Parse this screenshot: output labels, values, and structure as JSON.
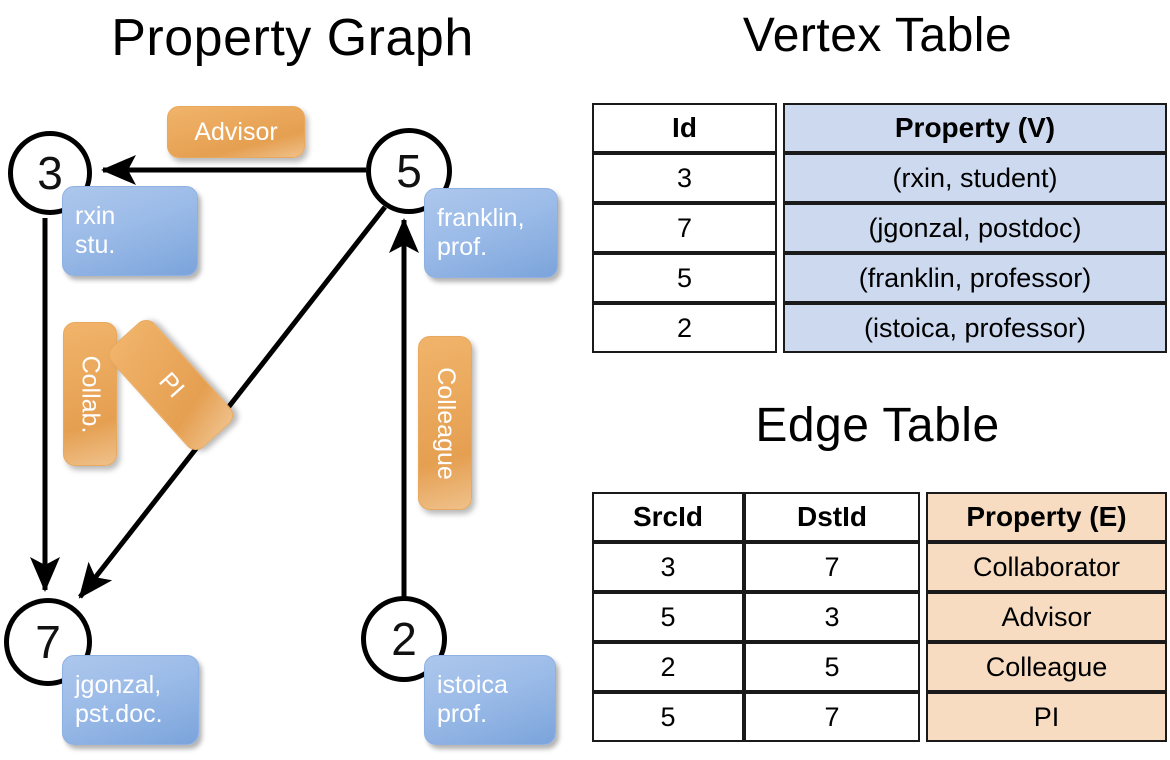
{
  "titles": {
    "property_graph": "Property Graph",
    "vertex_table": "Vertex Table",
    "edge_table": "Edge Table"
  },
  "graph": {
    "nodes": [
      {
        "id": "3",
        "label": "3",
        "props": [
          "rxin",
          "stu."
        ]
      },
      {
        "id": "5",
        "label": "5",
        "props": [
          "franklin,",
          "prof."
        ]
      },
      {
        "id": "7",
        "label": "7",
        "props": [
          "jgonzal,",
          "pst.doc."
        ]
      },
      {
        "id": "2",
        "label": "2",
        "props": [
          "istoica",
          "prof."
        ]
      }
    ],
    "edge_labels": [
      {
        "name": "advisor",
        "text": "Advisor"
      },
      {
        "name": "collab",
        "text": "Collab."
      },
      {
        "name": "pi",
        "text": "PI"
      },
      {
        "name": "colleague",
        "text": "Colleague"
      }
    ],
    "edges": [
      {
        "from": "5",
        "to": "3",
        "label": "Advisor"
      },
      {
        "from": "3",
        "to": "7",
        "label": "Collab."
      },
      {
        "from": "5",
        "to": "7",
        "label": "PI"
      },
      {
        "from": "2",
        "to": "5",
        "label": "Colleague"
      }
    ]
  },
  "vertex_table": {
    "headers": [
      "Id",
      "Property (V)"
    ],
    "rows": [
      {
        "id": "3",
        "property": "(rxin, student)"
      },
      {
        "id": "7",
        "property": "(jgonzal, postdoc)"
      },
      {
        "id": "5",
        "property": "(franklin, professor)"
      },
      {
        "id": "2",
        "property": "(istoica, professor)"
      }
    ]
  },
  "edge_table": {
    "headers": [
      "SrcId",
      "DstId",
      "Property (E)"
    ],
    "rows": [
      {
        "src": "3",
        "dst": "7",
        "property": "Collaborator"
      },
      {
        "src": "5",
        "dst": "3",
        "property": "Advisor"
      },
      {
        "src": "2",
        "dst": "5",
        "property": "Colleague"
      },
      {
        "src": "5",
        "dst": "7",
        "property": "PI"
      }
    ]
  },
  "colors": {
    "vertex_property_fill": "#ccd9ef",
    "edge_property_fill": "#f7dcc2",
    "node_box_blue": "#9bbbe8",
    "edge_label_orange": "#eaa85c",
    "stroke": "#000000",
    "background": "#ffffff"
  }
}
